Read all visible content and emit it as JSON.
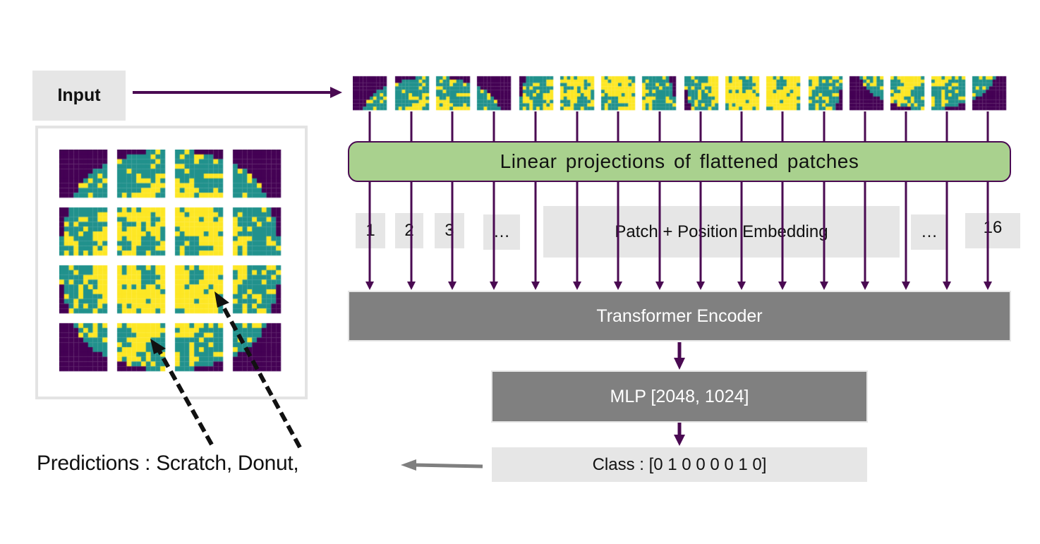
{
  "diagram": {
    "title": "Vision Transformer wafer map defect classification pipeline",
    "input_label": "Input",
    "patch_count": 16,
    "projection_label": "Linear projections of flattened patches",
    "embedding": {
      "tokens": [
        "1",
        "2",
        "3",
        "…",
        "…",
        "16"
      ],
      "label": "Patch + Position Embedding"
    },
    "encoder_label": "Transformer Encoder",
    "mlp_label": "MLP [2048, 1024]",
    "class_label": "Class : [0 1 0 0 0 0 1 0]",
    "predictions_label": "Predictions : Scratch, Donut,",
    "colors": {
      "viridis_dark": "#440154",
      "viridis_teal": "#21918c",
      "viridis_yellow": "#fde725",
      "arrow_purple": "#4a0a52",
      "projection_green": "#a9d18e",
      "block_gray": "#808080",
      "light_gray": "#e6e6e6",
      "pointer_arrow_gray": "#7f7f7f"
    }
  }
}
